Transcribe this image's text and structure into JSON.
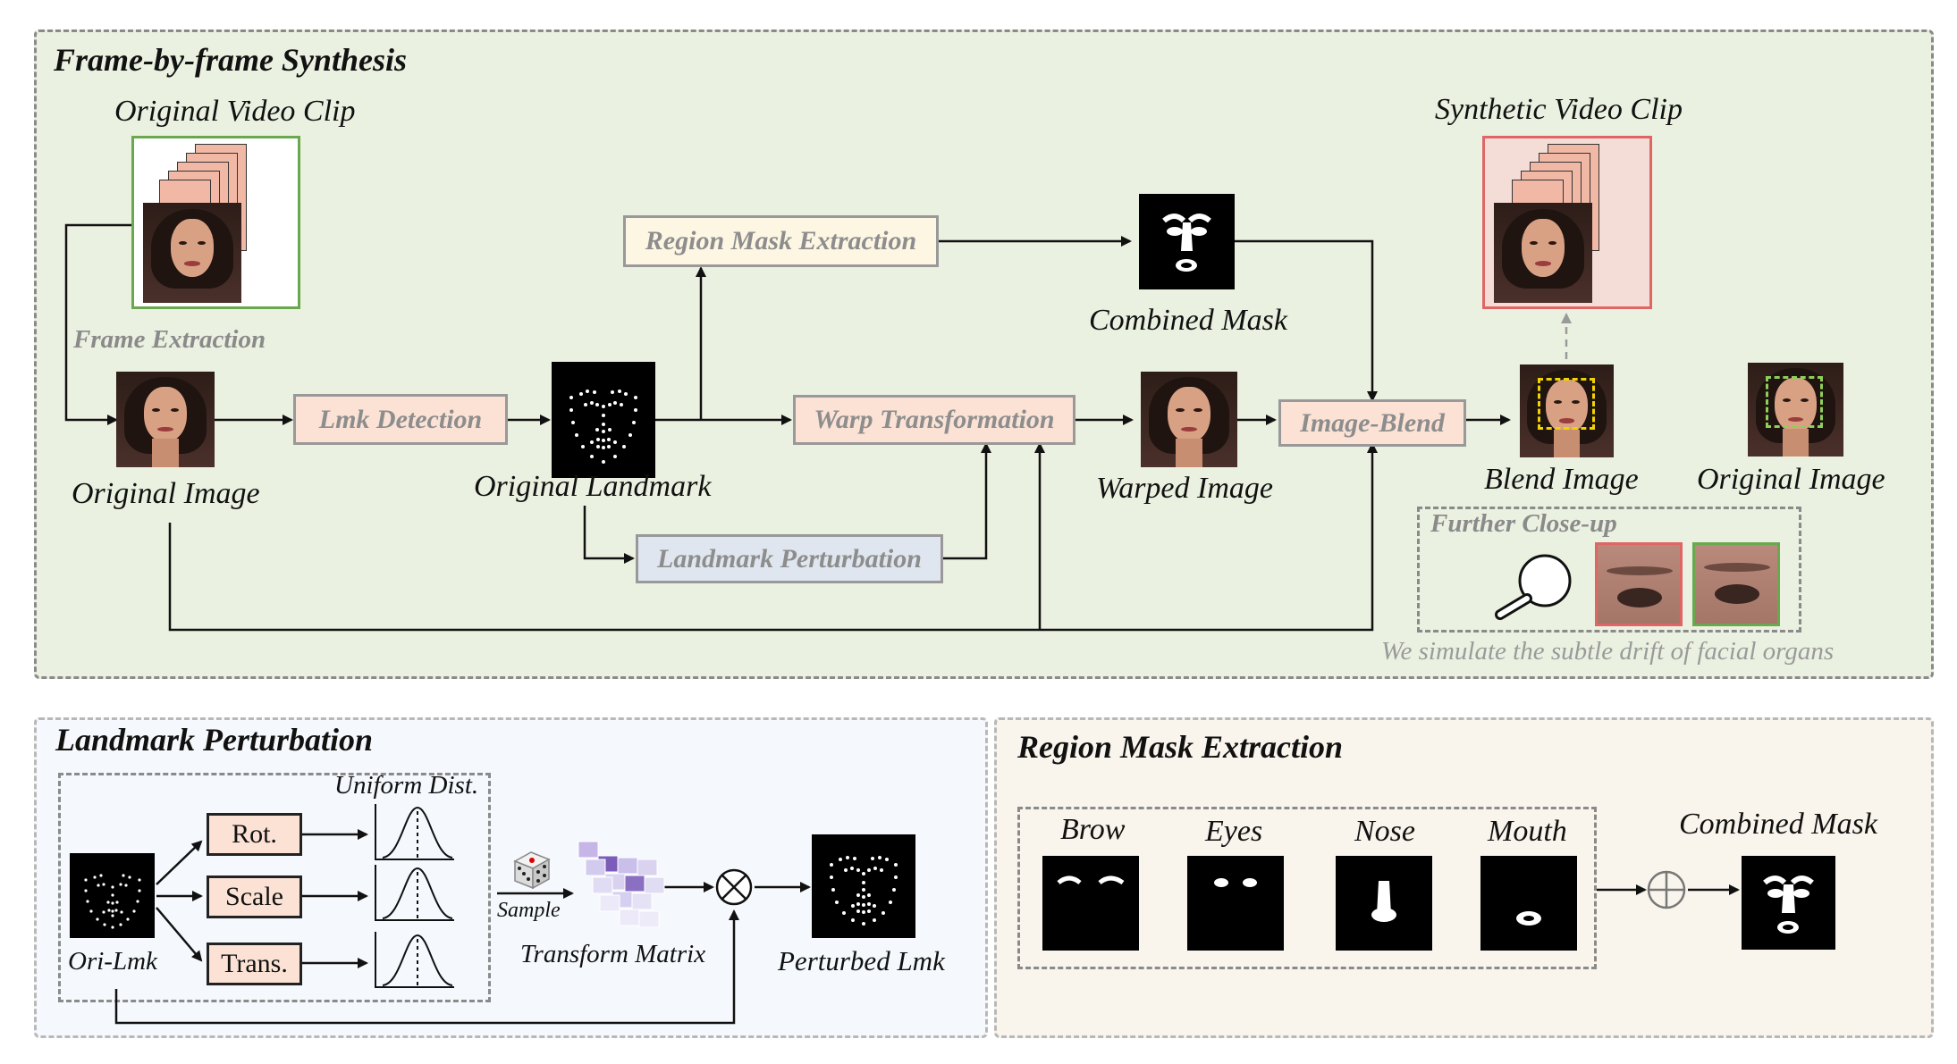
{
  "colors": {
    "top_panel_bg": "#eaf1e0",
    "lp_panel_bg": "#f5f8fc",
    "rm_panel_bg": "#f9f5ec",
    "process_pink": "#fbe2d5",
    "process_cream": "#fdf6e3",
    "process_blue": "#dfe6ef",
    "original_frame": "#6aa84f",
    "synthetic_frame": "#e06666",
    "blend_box": "#f1d300"
  },
  "top": {
    "title": "Frame-by-frame Synthesis",
    "original_clip": "Original Video Clip",
    "synthetic_clip": "Synthetic Video Clip",
    "frame_extraction": "Frame Extraction",
    "original_image": "Original Image",
    "lmk_detection": "Lmk Detection",
    "original_landmark": "Original Landmark",
    "region_mask_extraction": "Region Mask Extraction",
    "combined_mask": "Combined Mask",
    "warp_transformation": "Warp Transformation",
    "warped_image": "Warped Image",
    "image_blend": "Image-Blend",
    "blend_image": "Blend Image",
    "original_image_right": "Original Image",
    "landmark_perturbation": "Landmark Perturbation",
    "further_closeup": "Further Close-up",
    "caption": "We simulate the subtle drift of facial organs",
    "icons": [
      "magnifier-icon"
    ]
  },
  "lp": {
    "title": "Landmark Perturbation",
    "uniform_dist": "Uniform Dist.",
    "ori_lmk": "Ori-Lmk",
    "rot": "Rot.",
    "scale": "Scale",
    "trans": "Trans.",
    "sample": "Sample",
    "transform_matrix": "Transform Matrix",
    "perturbed_lmk": "Perturbed Lmk",
    "icons": [
      "dice-icon",
      "otimes-icon"
    ]
  },
  "rm": {
    "title": "Region Mask Extraction",
    "brow": "Brow",
    "eyes": "Eyes",
    "nose": "Nose",
    "mouth": "Mouth",
    "combined_mask": "Combined Mask",
    "icons": [
      "oplus-icon"
    ]
  }
}
